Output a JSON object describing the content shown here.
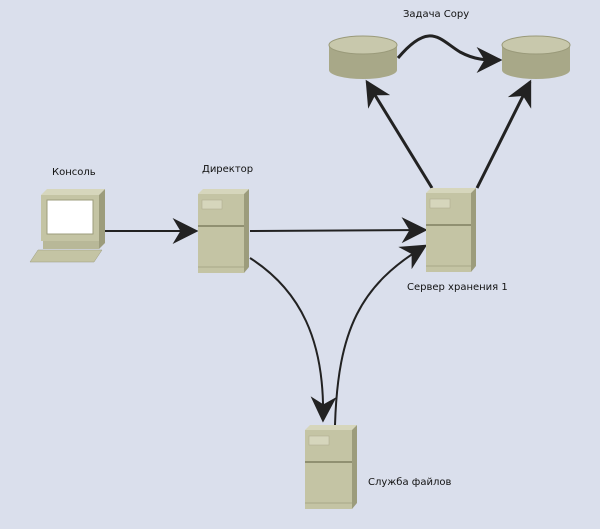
{
  "diagram": {
    "nodes": [
      {
        "id": "console",
        "type": "workstation",
        "label": "Консоль"
      },
      {
        "id": "director",
        "type": "server",
        "label": "Директор"
      },
      {
        "id": "storage1",
        "type": "server",
        "label": "Сервер хранения 1"
      },
      {
        "id": "fileservice",
        "type": "server",
        "label": "Служба файлов"
      },
      {
        "id": "disk1",
        "type": "disk",
        "label": ""
      },
      {
        "id": "disk2",
        "type": "disk",
        "label": ""
      }
    ],
    "edges": [
      {
        "from": "console",
        "to": "director"
      },
      {
        "from": "director",
        "to": "storage1"
      },
      {
        "from": "director",
        "to": "fileservice"
      },
      {
        "from": "fileservice",
        "to": "storage1"
      },
      {
        "from": "storage1",
        "to": "disk1"
      },
      {
        "from": "storage1",
        "to": "disk2"
      },
      {
        "from": "disk1",
        "to": "disk2",
        "label": "Задача Copy"
      }
    ],
    "copy_job_label": "Задача Copy"
  },
  "colors": {
    "background": "#dadfec",
    "device_front": "#c4c4a4",
    "device_side": "#9c9c7c",
    "device_top": "#d6d6bc",
    "arrow": "#222222"
  }
}
